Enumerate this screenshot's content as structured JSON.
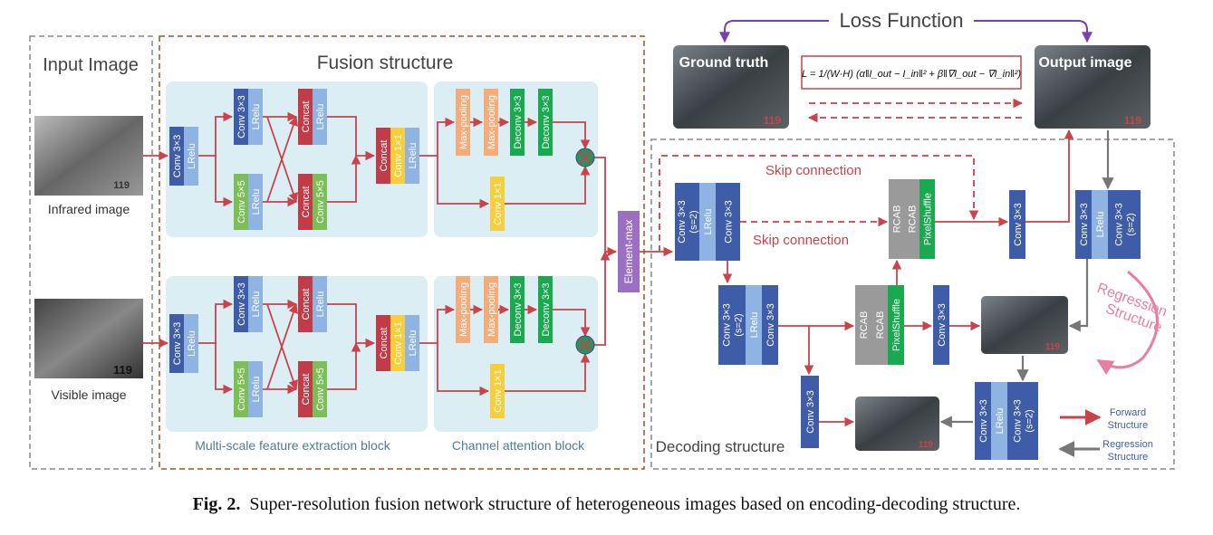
{
  "sections": {
    "input_image": "Input Image",
    "fusion_structure": "Fusion structure",
    "loss_function": "Loss Function",
    "decoding_structure": "Decoding structure",
    "multiscale_block": "Multi-scale feature extraction block",
    "channel_attention_block": "Channel attention block"
  },
  "images": {
    "infrared": "Infrared image",
    "visible": "Visible image",
    "ground_truth": "Ground truth",
    "output": "Output image",
    "number_119": "119"
  },
  "labels": {
    "conv3": "Conv 3×3",
    "conv5": "Conv 5×5",
    "conv1": "Conv 1×1",
    "lrelu": "LRelu",
    "concat": "Concat",
    "maxpool": "Max-pooling",
    "deconv3": "Deconv 3×3",
    "element_max": "Element-max",
    "rcab": "RCAB",
    "pixelshuffle": "PixelShuffle",
    "s2": "(s=2)",
    "skip": "Skip connection",
    "regression": "Regression\nStructure"
  },
  "legend": {
    "forward": "Forward\nStructure",
    "regression": "Regression\nStructure"
  },
  "formula": "L = 1/(W·H) (α‖I_out − I_in‖² + β‖∇I_out − ∇I_in‖²)",
  "caption": {
    "label": "Fig. 2.",
    "text": "Super-resolution fusion network structure of heterogeneous images based on encoding-decoding structure."
  },
  "colors": {
    "conv_blue": "#3f5ca8",
    "lrelu_blue": "#8fb4e3",
    "concat_red": "#c33b46",
    "conv5_green": "#7cbf57",
    "conv1_yellow": "#f7ce3b",
    "maxpool_orange": "#f4ad7a",
    "deconv_green": "#19a94f",
    "element_purple": "#9b6fc2",
    "rcab_gray": "#9a9a9a",
    "arrow_red": "#c8434a",
    "regression_pink": "#e87fa0",
    "block_bg": "#dbeef4"
  }
}
